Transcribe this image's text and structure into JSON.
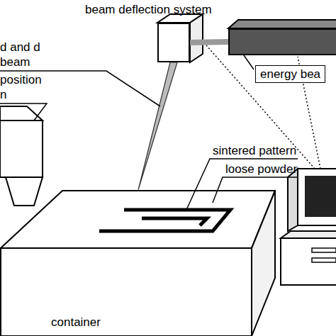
{
  "diagram": {
    "nodes": [
      {
        "text": [
          "beam deflection system"
        ]
      },
      {
        "text": [
          "energy bea"
        ]
      },
      {
        "text": [
          "container"
        ]
      }
    ],
    "edges": [
      {
        "from": 1,
        "to": 0,
        "arrow": "none"
      },
      {
        "from": 0,
        "to": 2,
        "arrow": "none"
      }
    ],
    "labels": [
      "d and d beam",
      "position n",
      "sintered pattern",
      "loose powder"
    ]
  }
}
